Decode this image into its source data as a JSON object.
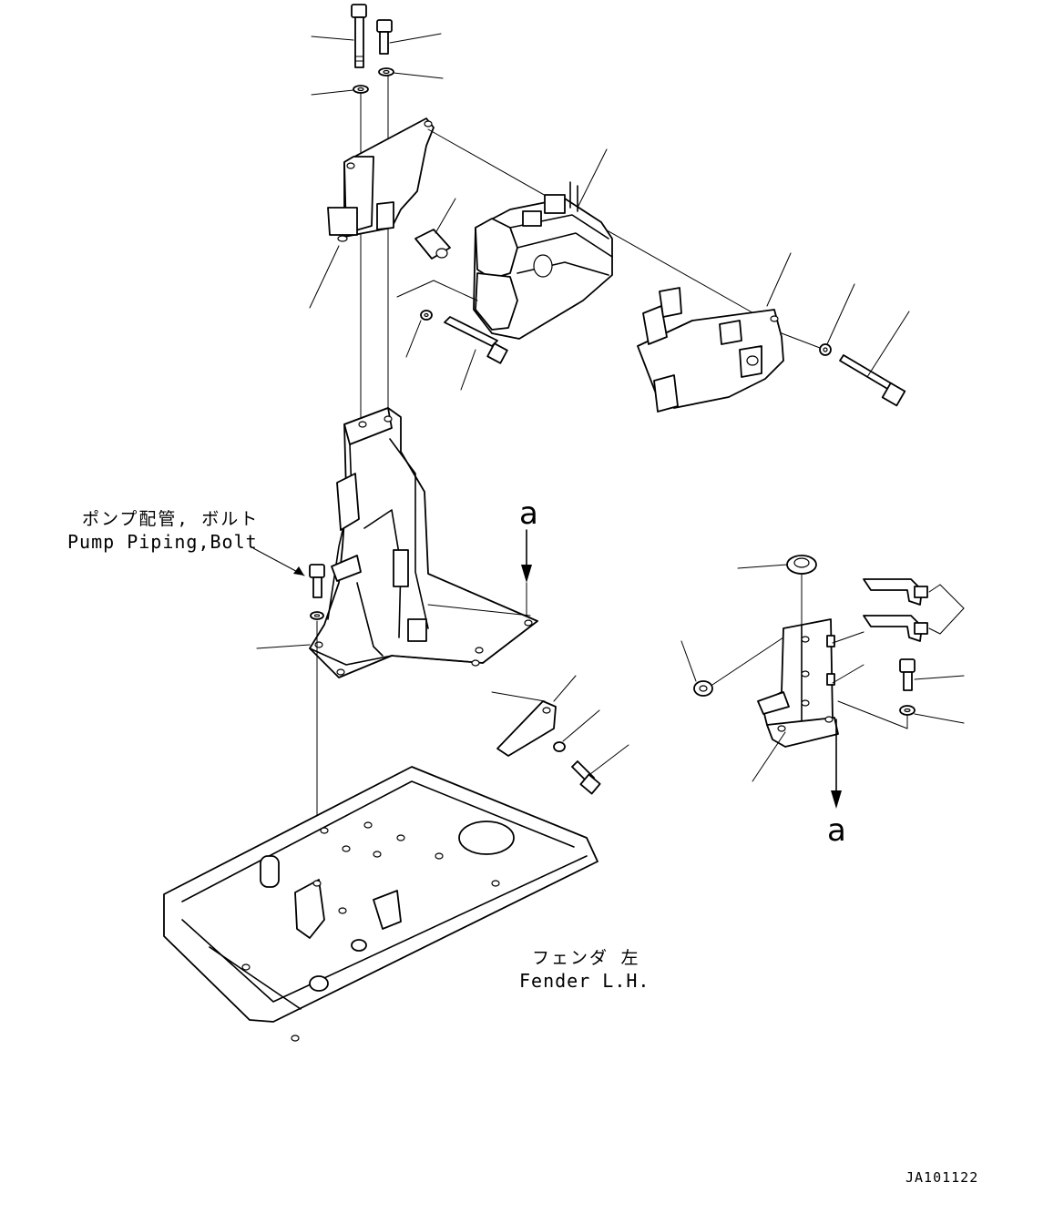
{
  "labels": {
    "pump_piping": {
      "jp": "ポンプ配管, ボルト",
      "en": "Pump Piping,Bolt"
    },
    "fender": {
      "jp": "フェンダ 左",
      "en": "Fender L.H."
    }
  },
  "view_markers": {
    "top": "a",
    "bottom": "a"
  },
  "drawing_id": "JA101122"
}
